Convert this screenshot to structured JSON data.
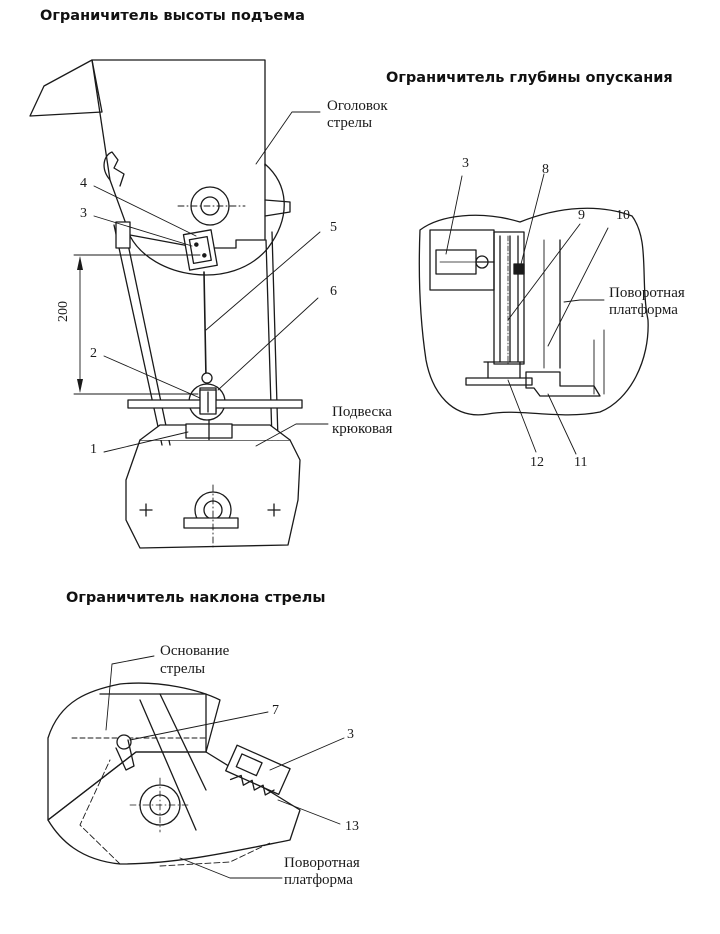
{
  "titles": {
    "hoist": "Ограничитель высоты подъема",
    "depth": "Ограничитель глубины опускания",
    "tilt": "Ограничитель наклона стрелы"
  },
  "labels": {
    "boom_head_1": "Оголовок",
    "boom_head_2": "стрелы",
    "hook_1": "Подвеска",
    "hook_2": "крюковая",
    "platform_a_1": "Поворотная",
    "platform_a_2": "платформа",
    "boom_base_1": "Основание",
    "boom_base_2": "стрелы",
    "platform_b_1": "Поворотная",
    "platform_b_2": "платформа"
  },
  "dimension": "200",
  "callouts_hoist": [
    "4",
    "3",
    "5",
    "6",
    "2",
    "1"
  ],
  "callouts_depth": [
    "3",
    "8",
    "9",
    "10",
    "12",
    "11"
  ],
  "callouts_tilt": [
    "7",
    "3",
    "13"
  ]
}
